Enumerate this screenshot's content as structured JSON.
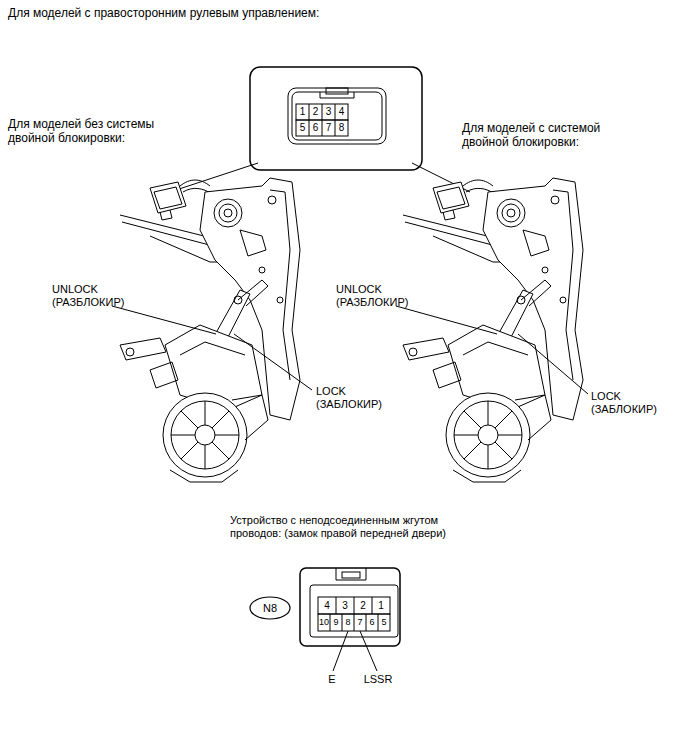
{
  "diagram": {
    "title": "Для моделей с правосторонним рулевым управлением:",
    "nodes": [
      {
        "text": [
          "N8"
        ]
      }
    ],
    "labels": [
      "Для моделей без системы двойной блокировки:",
      "Для моделей с системой двойной блокировки:",
      "1",
      "2",
      "3",
      "4",
      "5",
      "6",
      "7",
      "8",
      "UNLOCK (РАЗБЛОКИР)",
      "UNLOCK (РАЗБЛОКИР)",
      "LOCK (ЗАБЛОКИР)",
      "LOCK (ЗАБЛОКИР)",
      "Устройство с неподсоединенным жгутом проводов: (замок правой передней двери)",
      "4",
      "3",
      "2",
      "1",
      "10",
      "9",
      "8",
      "7",
      "6",
      "5",
      "E",
      "LSSR"
    ]
  }
}
